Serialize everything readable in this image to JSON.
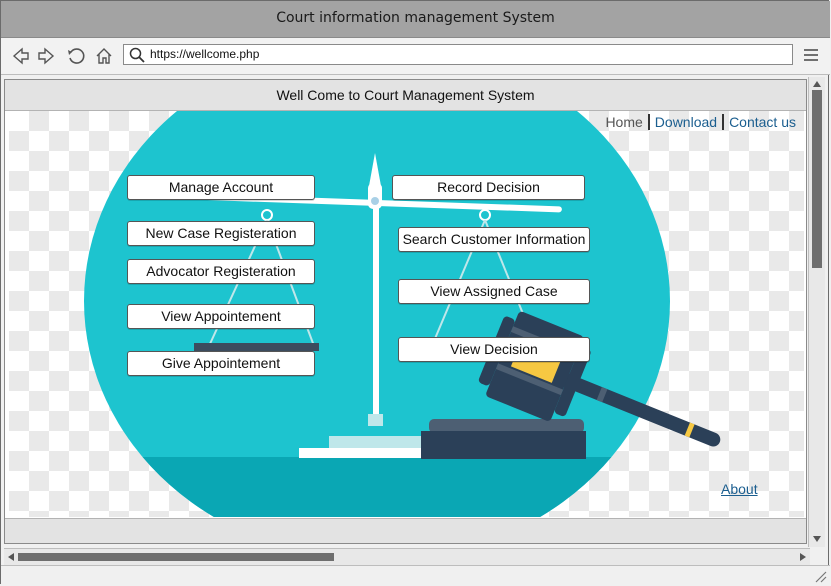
{
  "window": {
    "title": "Court information management System"
  },
  "toolbar": {
    "url": "https://wellcome.php",
    "icons": [
      "back-icon",
      "forward-icon",
      "reload-icon",
      "home-icon",
      "search-icon",
      "menu-icon"
    ]
  },
  "page": {
    "header": "Well Come to Court Management System",
    "nav": {
      "home": "Home",
      "download": "Download",
      "contact": "Contact us"
    },
    "left_buttons": [
      "Manage Account",
      "New Case Registeration",
      "Advocator Registeration",
      "View Appointement",
      "Give Appointement"
    ],
    "right_buttons": [
      "Record Decision",
      "Search Customer Information",
      "View Assigned Case",
      "View Decision"
    ],
    "about": "About"
  },
  "colors": {
    "teal": "#1dc4cf",
    "dark_teal": "#0aa7b4",
    "navy": "#2b4058",
    "gold": "#f6c842",
    "link": "#1b5e8f"
  }
}
